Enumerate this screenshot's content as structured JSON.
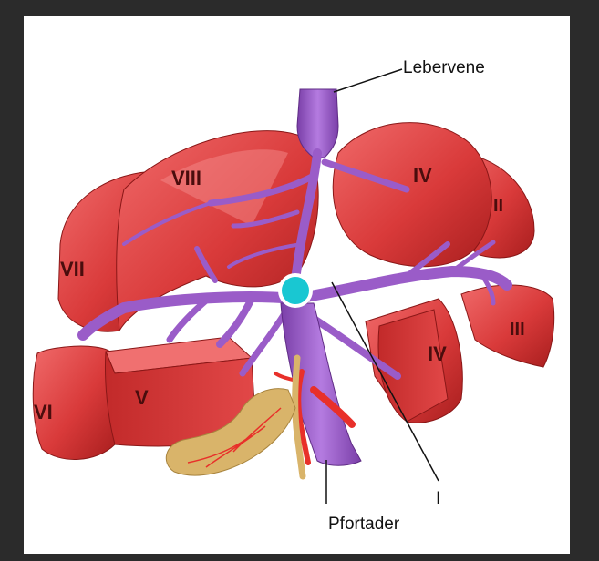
{
  "labels": {
    "hepatic_vein": "Lebervene",
    "portal_vein": "Pfortader",
    "segment_1": "I",
    "segment_2": "II",
    "segment_3": "III",
    "segment_4_upper": "IV",
    "segment_4_lower": "IV",
    "segment_5": "V",
    "segment_6": "VI",
    "segment_7": "VII",
    "segment_8": "VIII"
  },
  "colors": {
    "liver": "#d93a3a",
    "liver_dark": "#a81e1e",
    "liver_light": "#f06a6a",
    "vein": "#9a5cc8",
    "vein_dark": "#6f3596",
    "gallbladder": "#d9b46a",
    "artery": "#e8302a",
    "marker": "#19c7d2"
  },
  "marker_icon": "cyan-dot-icon"
}
